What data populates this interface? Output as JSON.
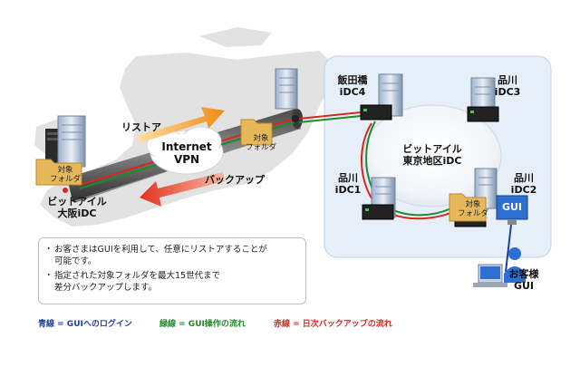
{
  "labels": {
    "restore": "リストア",
    "backup": "バックアップ",
    "internet_vpn_line1": "Internet",
    "internet_vpn_line2": "VPN",
    "target_folder_line1": "対象",
    "target_folder_line2": "フォルダ",
    "osaka_line1": "ビットアイル",
    "osaka_line2": "大阪iDC",
    "iidabashi_line1": "飯田橋",
    "iidabashi_line2": "iDC4",
    "shinagawa3_line1": "品川",
    "shinagawa3_line2": "iDC3",
    "shinagawa1_line1": "品川",
    "shinagawa1_line2": "iDC1",
    "shinagawa2_line1": "品川",
    "shinagawa2_line2": "iDC2",
    "tokyo_line1": "ビットアイル",
    "tokyo_line2": "東京地区iDC",
    "gui": "GUI",
    "customer_line1": "お客様",
    "customer_line2": "GUI"
  },
  "notes": [
    "お客さまはGUIを利用して、任意にリストアすることが\n可能です。",
    "指定された対象フォルダを最大15世代まで\n差分バックアップします。"
  ],
  "legend": [
    {
      "text": "青線 = GUIへのログイン",
      "color": "#1f3f9e"
    },
    {
      "text": "緑線 = GUI操作の流れ",
      "color": "#1f8a2a"
    },
    {
      "text": "赤線 = 日次バックアップの流れ",
      "color": "#d6281f"
    }
  ],
  "colors": {
    "blue_line": "#1f3f9e",
    "green_line": "#1f8a2a",
    "red_line": "#d6281f",
    "restore_arrow": "#f28c1a",
    "backup_arrow": "#e8331e",
    "region_bg": "#e6eef8"
  }
}
